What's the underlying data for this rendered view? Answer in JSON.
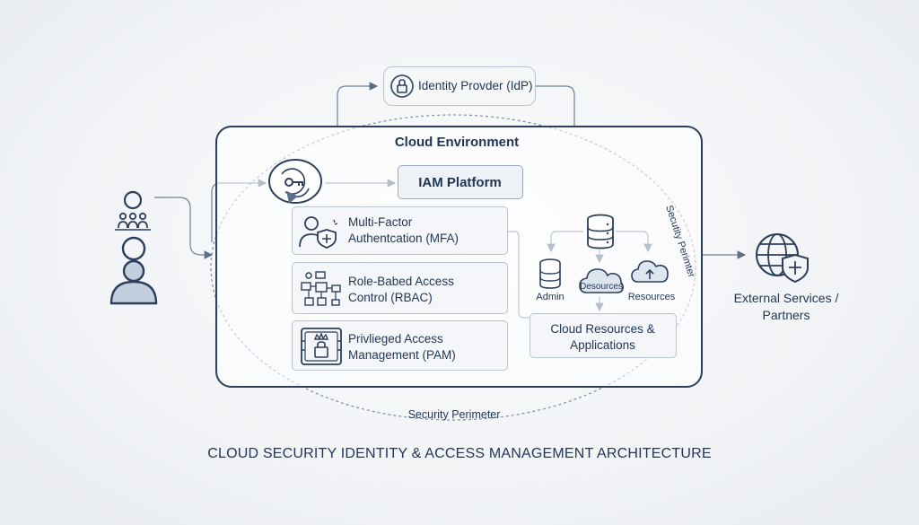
{
  "idp": {
    "label": "Identity Provder (IdP)"
  },
  "cloud": {
    "title": "Cloud Environment"
  },
  "iam": {
    "label": "IAM Platform"
  },
  "mfa": {
    "line1": "Multi-Factor",
    "line2": "Authentcation (MFA)"
  },
  "rbac": {
    "line1": "Role-Babed Access",
    "line2": "Control (RBAC)"
  },
  "pam": {
    "line1": "Privlieged Access",
    "line2": "Management (PAM)"
  },
  "resources": {
    "admin": "Admin",
    "desources": "Desources",
    "resources": "Resources",
    "line1": "Cloud Resources &",
    "line2": "Applications"
  },
  "perimeter": {
    "bottom": "Security Perimeter",
    "side": "Secutity Perimter"
  },
  "external": {
    "line1": "External Services /",
    "line2": "Partners"
  },
  "footer": {
    "title": "CLOUD SECURITY IDENTITY & ACCESS MANAGEMENT ARCHITECTURE"
  },
  "colors": {
    "navy": "#2b3f5c",
    "line": "#6f8098",
    "box_border": "#b9c3d1",
    "box_fill": "#f4f6f9",
    "footer": "#23365a"
  }
}
